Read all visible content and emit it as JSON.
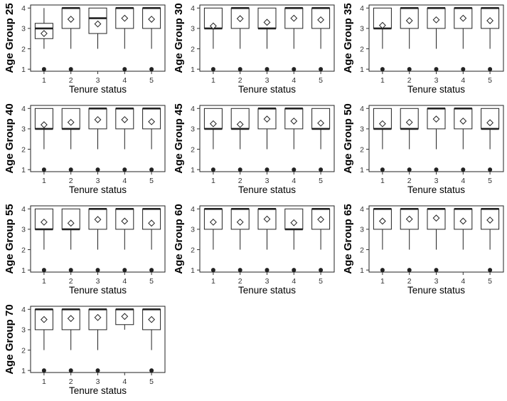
{
  "chart_data": [
    {
      "type": "box",
      "ylabel": "Age Group 25",
      "xlabel": "Tenure status",
      "categories": [
        "1",
        "2",
        "3",
        "4",
        "5"
      ],
      "yticks": [
        1,
        2,
        3,
        4
      ],
      "ylim": [
        0.9,
        4.15
      ],
      "boxes": [
        {
          "q1": 2.5,
          "med": 3,
          "q3": 3.25,
          "wlo": 2,
          "whi": 4,
          "mean": 2.75,
          "outliers": [
            1
          ]
        },
        {
          "q1": 3,
          "med": 4,
          "q3": 4,
          "wlo": 2,
          "whi": 4,
          "mean": 3.45,
          "outliers": [
            1
          ]
        },
        {
          "q1": 2.75,
          "med": 3.5,
          "q3": 4,
          "wlo": 2,
          "whi": 4,
          "mean": 3.22,
          "outliers": []
        },
        {
          "q1": 3,
          "med": 4,
          "q3": 4,
          "wlo": 2,
          "whi": 4,
          "mean": 3.5,
          "outliers": [
            1
          ]
        },
        {
          "q1": 3,
          "med": 4,
          "q3": 4,
          "wlo": 2,
          "whi": 4,
          "mean": 3.45,
          "outliers": [
            1
          ]
        }
      ]
    },
    {
      "type": "box",
      "ylabel": "Age Group 30",
      "xlabel": "Tenure status",
      "categories": [
        "1",
        "2",
        "3",
        "4",
        "5"
      ],
      "yticks": [
        1,
        2,
        3,
        4
      ],
      "ylim": [
        0.9,
        4.15
      ],
      "boxes": [
        {
          "q1": 3,
          "med": 3,
          "q3": 4,
          "wlo": 2,
          "whi": 4,
          "mean": 3.12,
          "outliers": [
            1
          ]
        },
        {
          "q1": 3,
          "med": 4,
          "q3": 4,
          "wlo": 2,
          "whi": 4,
          "mean": 3.48,
          "outliers": [
            1
          ]
        },
        {
          "q1": 3,
          "med": 3,
          "q3": 4,
          "wlo": 2,
          "whi": 4,
          "mean": 3.3,
          "outliers": [
            1
          ]
        },
        {
          "q1": 3,
          "med": 4,
          "q3": 4,
          "wlo": 2,
          "whi": 4,
          "mean": 3.5,
          "outliers": [
            1
          ]
        },
        {
          "q1": 3,
          "med": 4,
          "q3": 4,
          "wlo": 2,
          "whi": 4,
          "mean": 3.42,
          "outliers": [
            1
          ]
        }
      ]
    },
    {
      "type": "box",
      "ylabel": "Age Group 35",
      "xlabel": "Tenure status",
      "categories": [
        "1",
        "2",
        "3",
        "4",
        "5"
      ],
      "yticks": [
        1,
        2,
        3,
        4
      ],
      "ylim": [
        0.9,
        4.15
      ],
      "boxes": [
        {
          "q1": 3,
          "med": 3,
          "q3": 4,
          "wlo": 2,
          "whi": 4,
          "mean": 3.15,
          "outliers": [
            1
          ]
        },
        {
          "q1": 3,
          "med": 4,
          "q3": 4,
          "wlo": 2,
          "whi": 4,
          "mean": 3.38,
          "outliers": [
            1
          ]
        },
        {
          "q1": 3,
          "med": 4,
          "q3": 4,
          "wlo": 2,
          "whi": 4,
          "mean": 3.42,
          "outliers": [
            1
          ]
        },
        {
          "q1": 3,
          "med": 4,
          "q3": 4,
          "wlo": 2,
          "whi": 4,
          "mean": 3.5,
          "outliers": [
            1
          ]
        },
        {
          "q1": 3,
          "med": 4,
          "q3": 4,
          "wlo": 2,
          "whi": 4,
          "mean": 3.38,
          "outliers": [
            1
          ]
        }
      ]
    },
    {
      "type": "box",
      "ylabel": "Age Group 40",
      "xlabel": "Tenure status",
      "categories": [
        "1",
        "2",
        "3",
        "4",
        "5"
      ],
      "yticks": [
        1,
        2,
        3,
        4
      ],
      "ylim": [
        0.9,
        4.15
      ],
      "boxes": [
        {
          "q1": 3,
          "med": 3,
          "q3": 4,
          "wlo": 2,
          "whi": 4,
          "mean": 3.2,
          "outliers": [
            1
          ]
        },
        {
          "q1": 3,
          "med": 3,
          "q3": 4,
          "wlo": 2,
          "whi": 4,
          "mean": 3.32,
          "outliers": [
            1
          ]
        },
        {
          "q1": 3,
          "med": 4,
          "q3": 4,
          "wlo": 2,
          "whi": 4,
          "mean": 3.45,
          "outliers": [
            1
          ]
        },
        {
          "q1": 3,
          "med": 4,
          "q3": 4,
          "wlo": 2,
          "whi": 4,
          "mean": 3.45,
          "outliers": [
            1
          ]
        },
        {
          "q1": 3,
          "med": 4,
          "q3": 4,
          "wlo": 2,
          "whi": 4,
          "mean": 3.35,
          "outliers": [
            1
          ]
        }
      ]
    },
    {
      "type": "box",
      "ylabel": "Age Group 45",
      "xlabel": "Tenure status",
      "categories": [
        "1",
        "2",
        "3",
        "4",
        "5"
      ],
      "yticks": [
        1,
        2,
        3,
        4
      ],
      "ylim": [
        0.9,
        4.15
      ],
      "boxes": [
        {
          "q1": 3,
          "med": 3,
          "q3": 4,
          "wlo": 2,
          "whi": 4,
          "mean": 3.25,
          "outliers": [
            1
          ]
        },
        {
          "q1": 3,
          "med": 3,
          "q3": 4,
          "wlo": 2,
          "whi": 4,
          "mean": 3.22,
          "outliers": [
            1
          ]
        },
        {
          "q1": 3,
          "med": 4,
          "q3": 4,
          "wlo": 2,
          "whi": 4,
          "mean": 3.48,
          "outliers": [
            1
          ]
        },
        {
          "q1": 3,
          "med": 4,
          "q3": 4,
          "wlo": 2,
          "whi": 4,
          "mean": 3.38,
          "outliers": [
            1
          ]
        },
        {
          "q1": 3,
          "med": 3,
          "q3": 4,
          "wlo": 2,
          "whi": 4,
          "mean": 3.28,
          "outliers": [
            1
          ]
        }
      ]
    },
    {
      "type": "box",
      "ylabel": "Age Group 50",
      "xlabel": "Tenure status",
      "categories": [
        "1",
        "2",
        "3",
        "4",
        "5"
      ],
      "yticks": [
        1,
        2,
        3,
        4
      ],
      "ylim": [
        0.9,
        4.15
      ],
      "boxes": [
        {
          "q1": 3,
          "med": 3,
          "q3": 4,
          "wlo": 2,
          "whi": 4,
          "mean": 3.25,
          "outliers": [
            1
          ]
        },
        {
          "q1": 3,
          "med": 3,
          "q3": 4,
          "wlo": 2,
          "whi": 4,
          "mean": 3.32,
          "outliers": [
            1
          ]
        },
        {
          "q1": 3,
          "med": 4,
          "q3": 4,
          "wlo": 2,
          "whi": 4,
          "mean": 3.48,
          "outliers": [
            1
          ]
        },
        {
          "q1": 3,
          "med": 4,
          "q3": 4,
          "wlo": 2,
          "whi": 4,
          "mean": 3.38,
          "outliers": [
            1
          ]
        },
        {
          "q1": 3,
          "med": 3,
          "q3": 4,
          "wlo": 2,
          "whi": 4,
          "mean": 3.3,
          "outliers": [
            1
          ]
        }
      ]
    },
    {
      "type": "box",
      "ylabel": "Age Group 55",
      "xlabel": "Tenure status",
      "categories": [
        "1",
        "2",
        "3",
        "4",
        "5"
      ],
      "yticks": [
        1,
        2,
        3,
        4
      ],
      "ylim": [
        0.9,
        4.15
      ],
      "boxes": [
        {
          "q1": 3,
          "med": 3,
          "q3": 4,
          "wlo": 2,
          "whi": 4,
          "mean": 3.35,
          "outliers": [
            1
          ]
        },
        {
          "q1": 3,
          "med": 3,
          "q3": 4,
          "wlo": 2,
          "whi": 4,
          "mean": 3.3,
          "outliers": [
            1
          ]
        },
        {
          "q1": 3,
          "med": 4,
          "q3": 4,
          "wlo": 2,
          "whi": 4,
          "mean": 3.48,
          "outliers": [
            1
          ]
        },
        {
          "q1": 3,
          "med": 4,
          "q3": 4,
          "wlo": 2,
          "whi": 4,
          "mean": 3.4,
          "outliers": [
            1
          ]
        },
        {
          "q1": 3,
          "med": 4,
          "q3": 4,
          "wlo": 2,
          "whi": 4,
          "mean": 3.3,
          "outliers": [
            1
          ]
        }
      ]
    },
    {
      "type": "box",
      "ylabel": "Age Group 60",
      "xlabel": "Tenure status",
      "categories": [
        "1",
        "2",
        "3",
        "4",
        "5"
      ],
      "yticks": [
        1,
        2,
        3,
        4
      ],
      "ylim": [
        0.9,
        4.15
      ],
      "boxes": [
        {
          "q1": 3,
          "med": 4,
          "q3": 4,
          "wlo": 2,
          "whi": 4,
          "mean": 3.35,
          "outliers": [
            1
          ]
        },
        {
          "q1": 3,
          "med": 4,
          "q3": 4,
          "wlo": 2,
          "whi": 4,
          "mean": 3.35,
          "outliers": [
            1
          ]
        },
        {
          "q1": 3,
          "med": 4,
          "q3": 4,
          "wlo": 2,
          "whi": 4,
          "mean": 3.5,
          "outliers": [
            1
          ]
        },
        {
          "q1": 3,
          "med": 3,
          "q3": 4,
          "wlo": 2,
          "whi": 4,
          "mean": 3.32,
          "outliers": [
            1
          ]
        },
        {
          "q1": 3,
          "med": 4,
          "q3": 4,
          "wlo": 2,
          "whi": 4,
          "mean": 3.48,
          "outliers": [
            1
          ]
        }
      ]
    },
    {
      "type": "box",
      "ylabel": "Age Group 65",
      "xlabel": "Tenure status",
      "categories": [
        "1",
        "2",
        "3",
        "4",
        "5"
      ],
      "yticks": [
        1,
        2,
        3,
        4
      ],
      "ylim": [
        0.9,
        4.15
      ],
      "boxes": [
        {
          "q1": 3,
          "med": 4,
          "q3": 4,
          "wlo": 2,
          "whi": 4,
          "mean": 3.4,
          "outliers": [
            1
          ]
        },
        {
          "q1": 3,
          "med": 4,
          "q3": 4,
          "wlo": 2,
          "whi": 4,
          "mean": 3.5,
          "outliers": [
            1
          ]
        },
        {
          "q1": 3,
          "med": 4,
          "q3": 4,
          "wlo": 2,
          "whi": 4,
          "mean": 3.55,
          "outliers": [
            1
          ]
        },
        {
          "q1": 3,
          "med": 4,
          "q3": 4,
          "wlo": 2,
          "whi": 4,
          "mean": 3.4,
          "outliers": []
        },
        {
          "q1": 3,
          "med": 4,
          "q3": 4,
          "wlo": 2,
          "whi": 4,
          "mean": 3.45,
          "outliers": [
            1
          ]
        }
      ]
    },
    {
      "type": "box",
      "ylabel": "Age Group 70",
      "xlabel": "Tenure status",
      "categories": [
        "1",
        "2",
        "3",
        "4",
        "5"
      ],
      "yticks": [
        1,
        2,
        3,
        4
      ],
      "ylim": [
        0.9,
        4.15
      ],
      "boxes": [
        {
          "q1": 3,
          "med": 4,
          "q3": 4,
          "wlo": 2,
          "whi": 4,
          "mean": 3.5,
          "outliers": [
            1
          ]
        },
        {
          "q1": 3,
          "med": 4,
          "q3": 4,
          "wlo": 2,
          "whi": 4,
          "mean": 3.55,
          "outliers": [
            1
          ]
        },
        {
          "q1": 3,
          "med": 4,
          "q3": 4,
          "wlo": 2,
          "whi": 4,
          "mean": 3.6,
          "outliers": [
            1
          ]
        },
        {
          "q1": 3.25,
          "med": 4,
          "q3": 4,
          "wlo": 3,
          "whi": 4,
          "mean": 3.65,
          "outliers": []
        },
        {
          "q1": 3,
          "med": 4,
          "q3": 4,
          "wlo": 2,
          "whi": 4,
          "mean": 3.5,
          "outliers": [
            1
          ]
        }
      ]
    }
  ]
}
